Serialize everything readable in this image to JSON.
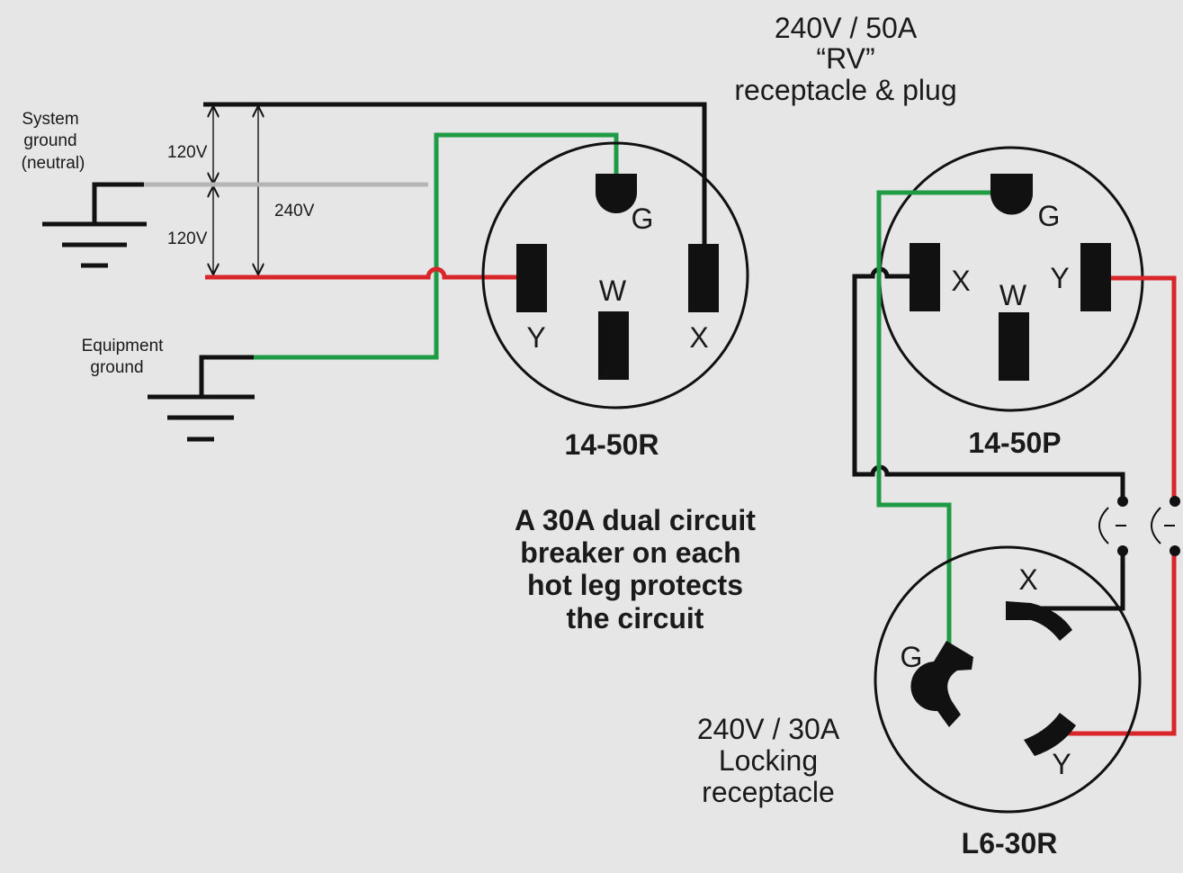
{
  "header": {
    "line1": "240V / 50A",
    "line2": "“RV”",
    "line3": "receptacle & plug"
  },
  "labels": {
    "system_ground": [
      "System",
      "ground",
      "(neutral)"
    ],
    "equipment_ground": [
      "Equipment",
      "ground"
    ],
    "v120_top": "120V",
    "v120_bottom": "120V",
    "v240": "240V"
  },
  "receptacle_1450r": {
    "name": "14-50R",
    "pins": {
      "g": "G",
      "w": "W",
      "y": "Y",
      "x": "X"
    }
  },
  "plug_1450p": {
    "name": "14-50P",
    "pins": {
      "g": "G",
      "x": "X",
      "w": "W",
      "y": "Y"
    }
  },
  "note": [
    "A 30A dual circuit",
    "breaker on each",
    "hot leg protects",
    "the circuit"
  ],
  "locking": {
    "caption": [
      "240V / 30A",
      "Locking",
      "receptacle"
    ],
    "name": "L6-30R",
    "pins": {
      "x": "X",
      "g": "G",
      "y": "Y"
    }
  },
  "colors": {
    "hot_black": "#111111",
    "hot_red": "#d9262b",
    "neutral_gray": "#b5b5b5",
    "ground_green": "#1f9a45",
    "background": "#e6e6e6"
  }
}
